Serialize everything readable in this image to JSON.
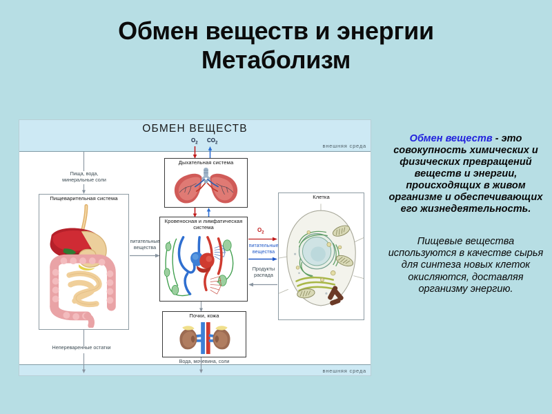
{
  "slide": {
    "background_color": "#b7dee4",
    "title_lines": [
      "Обмен веществ и энергии",
      "Метаболизм"
    ]
  },
  "diagram": {
    "title": "ОБМЕН ВЕЩЕСТВ",
    "environment_label_top": "внешняя среда",
    "environment_label_bottom": "внешняя среда",
    "gases": {
      "oxygen": "O",
      "oxygen_sub": "2",
      "carbon_dioxide": "CO",
      "carbon_dioxide_sub": "2"
    },
    "panels": [
      {
        "id": "digestive",
        "title": "Пищеварительная система"
      },
      {
        "id": "respiratory",
        "title": "Дыхательная система"
      },
      {
        "id": "circulatory",
        "title": "Кровеносная и\nлимфатическая система"
      },
      {
        "id": "kidneys",
        "title": "Почки, кожа"
      },
      {
        "id": "cell",
        "title": "Клетка"
      }
    ],
    "flows": {
      "intake": "Пища, вода,\nминеральные соли",
      "nutrients_to_blood": "питательные\nвещества",
      "nutrients_to_cell": "питательные\nвещества",
      "oxygen_to_cell": "O",
      "oxygen_to_cell_sub": "2",
      "decay_products": "Продукты\nраспада",
      "undigested": "Непереваренные остатки",
      "excretion": "Вода, мочевина, соли"
    },
    "colors": {
      "oxygen_arrow": "#c01d1d",
      "co2_arrow": "#2d6fd4",
      "nutrient_arrow": "#2059c8",
      "neutral_arrow": "#8894a0",
      "env_band": "#cde9f4"
    }
  },
  "text_column": {
    "definition_term": "Обмен веществ",
    "definition_body": " - это совокупность химических и физических превращений веществ и энергии, происходящих в живом организме и обеспечивающих его жизнедеятельность.",
    "usage": "Пищевые вещества используются в качестве сырья для синтеза новых клеток окисляются, доставляя организму энергию.",
    "term_color": "#2222dd"
  }
}
